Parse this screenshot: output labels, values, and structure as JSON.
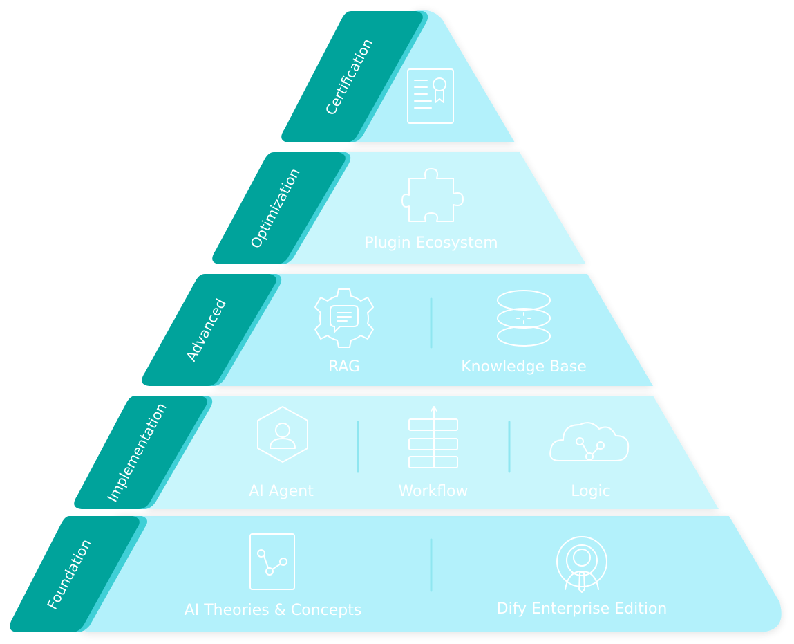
{
  "colors": {
    "tab_dark": "#00a39b",
    "tab_light": "#3fcfd6",
    "band_fill": "#b3f1fb",
    "band_fill_alt": "#c9f6fc"
  },
  "levels": [
    {
      "id": "certification",
      "tab": "Certification",
      "items": [
        {
          "icon": "certificate-icon",
          "label": ""
        }
      ]
    },
    {
      "id": "optimization",
      "tab": "Optimization",
      "items": [
        {
          "icon": "puzzle-icon",
          "label": "Plugin Ecosystem"
        }
      ]
    },
    {
      "id": "advanced",
      "tab": "Advanced",
      "items": [
        {
          "icon": "gear-chat-icon",
          "label": "RAG"
        },
        {
          "icon": "database-icon",
          "label": "Knowledge Base"
        }
      ]
    },
    {
      "id": "implementation",
      "tab": "Implementation",
      "items": [
        {
          "icon": "agent-icon",
          "label": "AI Agent"
        },
        {
          "icon": "workflow-icon",
          "label": "Workflow"
        },
        {
          "icon": "cloud-logic-icon",
          "label": "Logic"
        }
      ]
    },
    {
      "id": "foundation",
      "tab": "Foundation",
      "items": [
        {
          "icon": "document-graph-icon",
          "label": "AI Theories & Concepts"
        },
        {
          "icon": "enterprise-user-icon",
          "label": "Dify Enterprise Edition"
        }
      ]
    }
  ]
}
